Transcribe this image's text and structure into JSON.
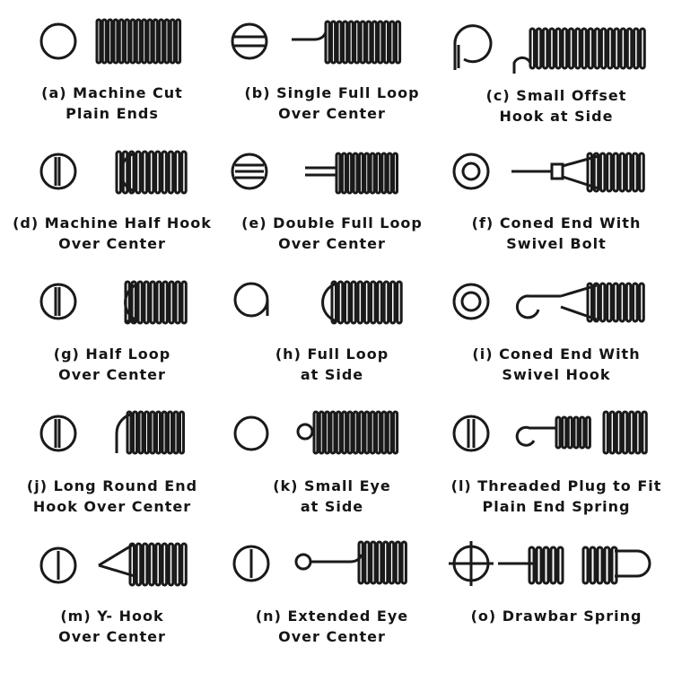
{
  "items": [
    {
      "id": "a",
      "line1": "(a) Machine Cut",
      "line2": "Plain Ends"
    },
    {
      "id": "b",
      "line1": "(b) Single Full Loop",
      "line2": "Over Center"
    },
    {
      "id": "c",
      "line1": "(c) Small Offset",
      "line2": "Hook at Side"
    },
    {
      "id": "d",
      "line1": "(d) Machine Half Hook",
      "line2": "Over Center"
    },
    {
      "id": "e",
      "line1": "(e) Double Full Loop",
      "line2": "Over Center"
    },
    {
      "id": "f",
      "line1": "(f) Coned End With",
      "line2": "Swivel Bolt"
    },
    {
      "id": "g",
      "line1": "(g) Half Loop",
      "line2": "Over Center"
    },
    {
      "id": "h",
      "line1": "(h) Full Loop",
      "line2": "at Side"
    },
    {
      "id": "i",
      "line1": "(i) Coned End With",
      "line2": "Swivel Hook"
    },
    {
      "id": "j",
      "line1": "(j) Long Round End",
      "line2": "Hook Over Center"
    },
    {
      "id": "k",
      "line1": "(k) Small Eye",
      "line2": "at Side"
    },
    {
      "id": "l",
      "line1": "(l) Threaded Plug to Fit",
      "line2": "Plain End Spring"
    },
    {
      "id": "m",
      "line1": "(m) Y- Hook",
      "line2": "Over Center"
    },
    {
      "id": "n",
      "line1": "(n) Extended Eye",
      "line2": "Over Center"
    },
    {
      "id": "o",
      "line1": "(o) Drawbar Spring",
      "line2": ""
    }
  ],
  "colors": {
    "ink": "#1a1a1a",
    "paper": "#ffffff"
  }
}
